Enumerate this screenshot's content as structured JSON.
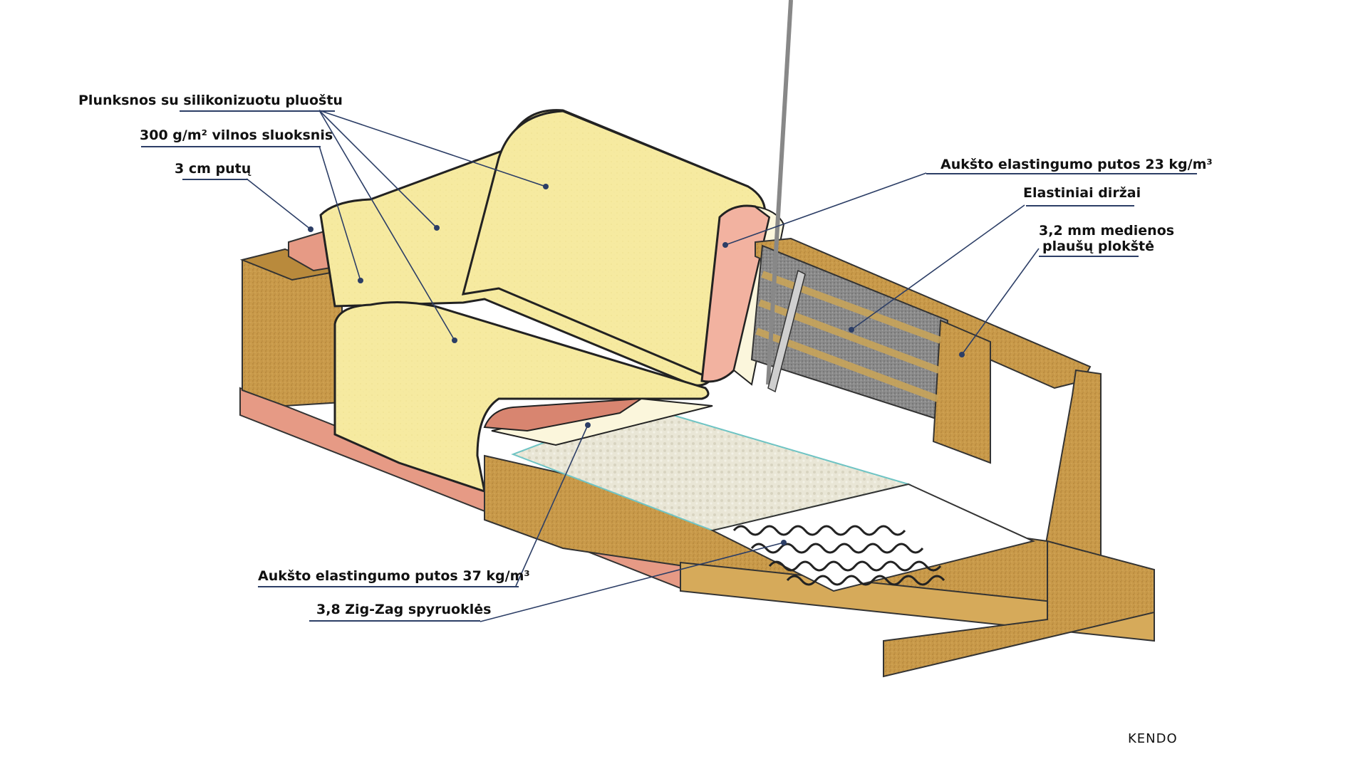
{
  "labels": {
    "feathers": "Plunksnos su silikonizuotu pluoštu",
    "wool": "300 g/m² vilnos sluoksnis",
    "foam3cm": "3 cm putų",
    "foam23": "Aukšto elastingumo putos 23 kg/m³",
    "belts": "Elastiniai diržai",
    "fiberboard_line1": "3,2 mm medienos",
    "fiberboard_line2": "plaušų plokštė",
    "foam37": "Aukšto elastingumo putos 37 kg/m³",
    "springs": "3,8 Zig-Zag spyruoklės"
  },
  "brand": "KENDO",
  "colors": {
    "leader_line": "#2c3e66",
    "cushion_fill": "#f6eaa0",
    "wood": "#c99a4a",
    "pink_foam": "#e69a85",
    "white_foam": "#fbf6dc"
  }
}
